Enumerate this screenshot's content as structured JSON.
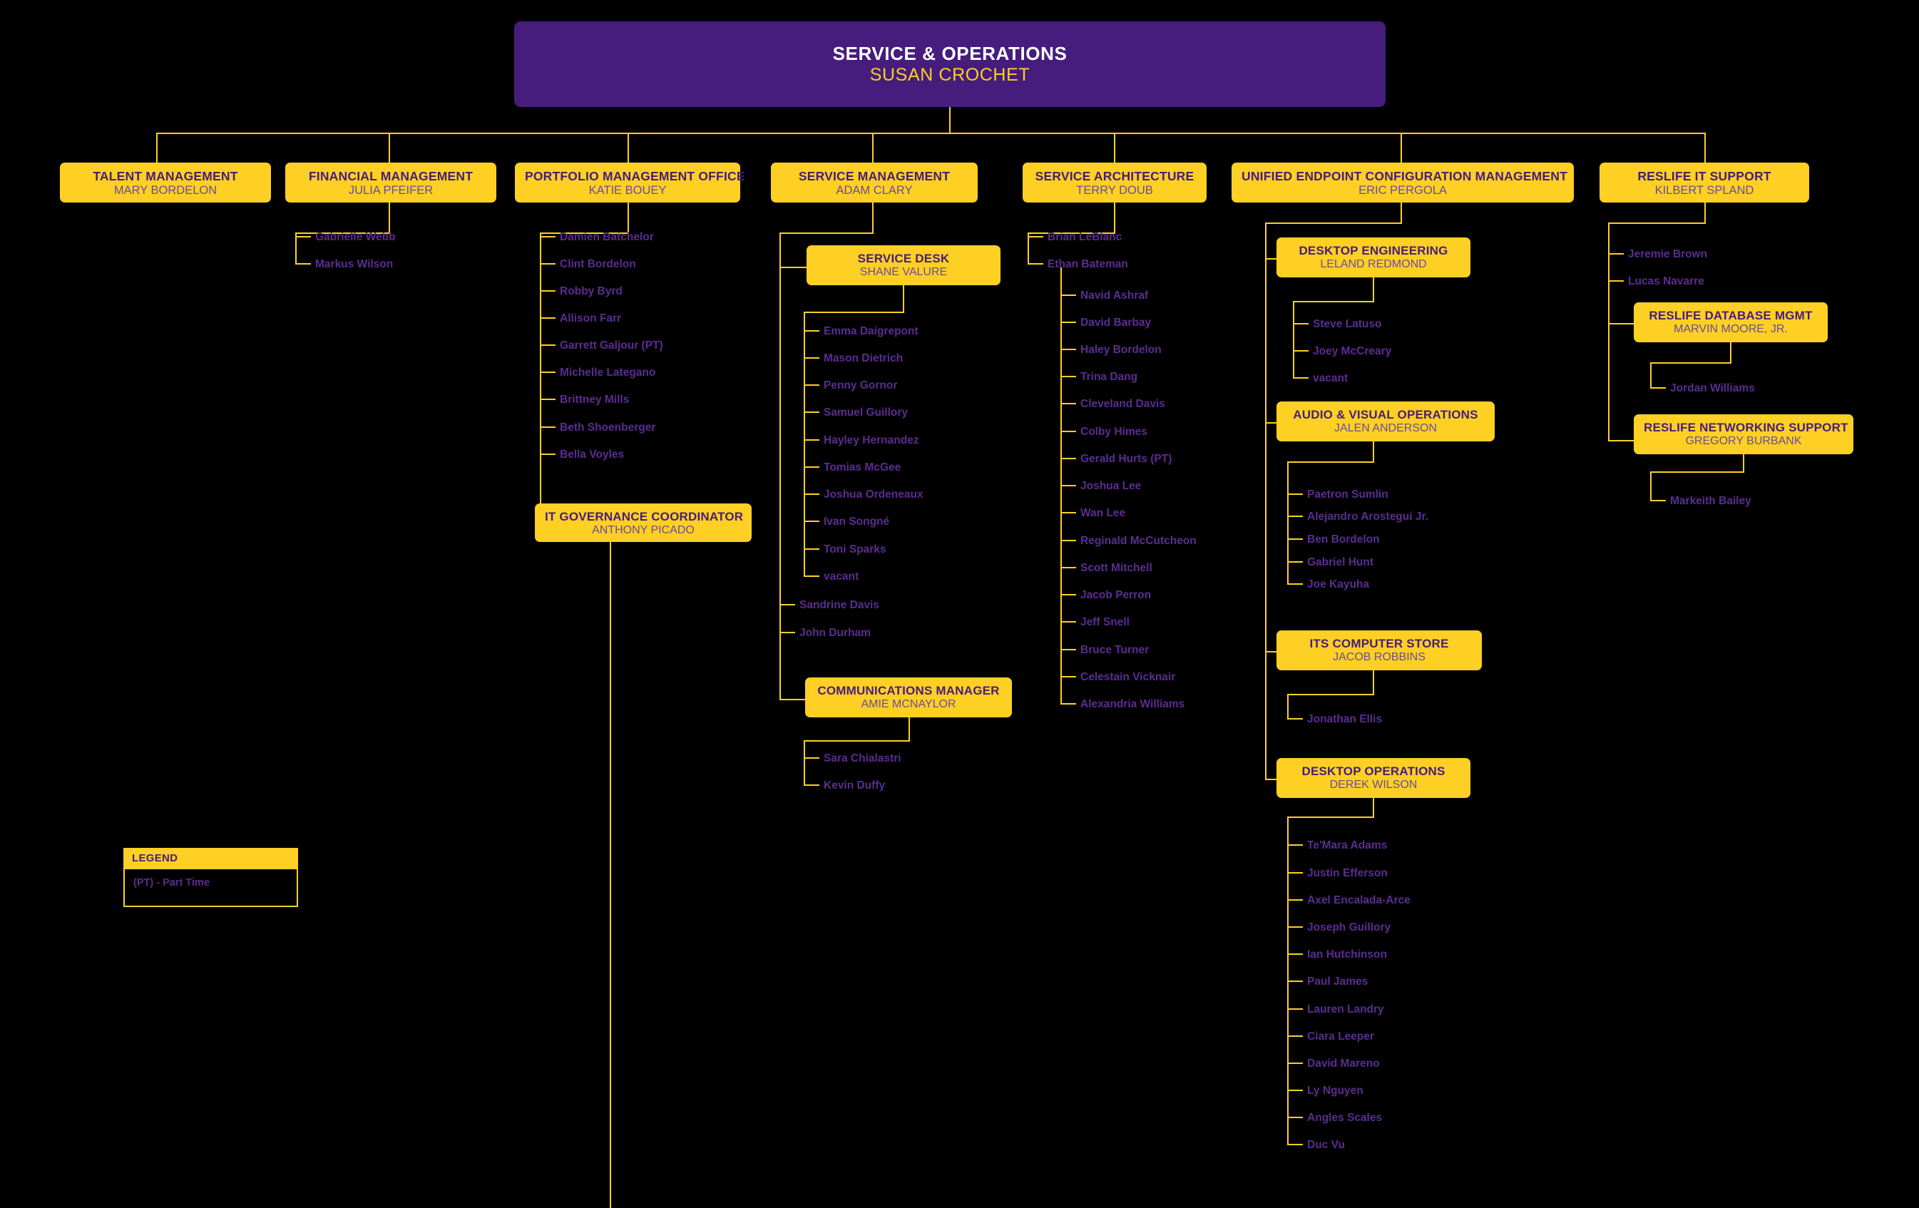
{
  "colors": {
    "background": "#000000",
    "purple": "#461D7C",
    "gold": "#FDD023",
    "staff_text": "#5B2C91",
    "root_person_text": "#FDD023",
    "node_person_text": "#6B4A9E"
  },
  "root": {
    "title": "SERVICE & OPERATIONS",
    "person": "SUSAN CROCHET"
  },
  "divisions": [
    {
      "id": "talent-management",
      "title": "TALENT MANAGEMENT",
      "person": "MARY BORDELON",
      "staff": []
    },
    {
      "id": "financial-management",
      "title": "FINANCIAL MANAGEMENT",
      "person": "JULIA PFEIFER",
      "staff": [
        "Gabrielle Webb",
        "Markus Wilson"
      ]
    },
    {
      "id": "portfolio-management-office",
      "title": "PORTFOLIO MANAGEMENT OFFICE",
      "person": "KATIE BOUEY",
      "staff": [
        "Damien Batchelor",
        "Clint Bordelon",
        "Robby Byrd",
        "Allison Farr",
        "Garrett Galjour (PT)",
        "Michelle Lategano",
        "Brittney Mills",
        "Beth Shoenberger",
        "Bella Voyles"
      ],
      "sub_units": [
        {
          "id": "it-governance-coordinator",
          "title": "IT GOVERNANCE COORDINATOR",
          "person": "ANTHONY PICADO",
          "staff": []
        }
      ]
    },
    {
      "id": "service-management",
      "title": "SERVICE MANAGEMENT",
      "person": "ADAM CLARY",
      "staff": [
        "Sandrine Davis",
        "John Durham"
      ],
      "sub_units": [
        {
          "id": "service-desk",
          "title": "SERVICE DESK",
          "person": "SHANE VALURE",
          "staff": [
            "Emma Daigrepont",
            "Mason Dietrich",
            "Penny Gornor",
            "Samuel Guillory",
            "Hayley Hernandez",
            "Tomias McGee",
            "Joshua Ordeneaux",
            "Ivan Songné",
            "Toni Sparks",
            "vacant"
          ]
        },
        {
          "id": "communications-manager",
          "title": "COMMUNICATIONS MANAGER",
          "person": "AMIE MCNAYLOR",
          "staff": [
            "Sara Chialastri",
            "Kevin Duffy"
          ]
        }
      ]
    },
    {
      "id": "service-architecture",
      "title": "SERVICE ARCHITECTURE",
      "person": "TERRY DOUB",
      "staff": [
        "Brian LeBlanc",
        "Ethan Bateman"
      ],
      "nested_staff_lead": "Ethan Bateman",
      "nested_staff": [
        "Navid Ashraf",
        "David Barbay",
        "Haley Bordelon",
        "Trina Dang",
        "Cleveland Davis",
        "Colby Himes",
        "Gerald Hurts (PT)",
        "Joshua Lee",
        "Wan Lee",
        "Reginald McCutcheon",
        "Scott Mitchell",
        "Jacob Perron",
        "Jeff Snell",
        "Bruce Turner",
        "Celestain Vicknair",
        "Alexandria Williams"
      ]
    },
    {
      "id": "unified-endpoint-configuration-management",
      "title": "UNIFIED ENDPOINT CONFIGURATION MANAGEMENT",
      "person": "ERIC PERGOLA",
      "staff": [],
      "sub_units": [
        {
          "id": "desktop-engineering",
          "title": "DESKTOP ENGINEERING",
          "person": "LELAND REDMOND",
          "staff": [
            "Steve Latuso",
            "Joey McCreary",
            "vacant"
          ]
        },
        {
          "id": "audio-visual-operations",
          "title": "AUDIO & VISUAL OPERATIONS",
          "person": "JALEN ANDERSON",
          "staff": [
            "Paetron Sumlin",
            "Alejandro Arostegui Jr.",
            "Ben Bordelon",
            "Gabriel Hunt",
            "Joe Kayuha"
          ]
        },
        {
          "id": "its-computer-store",
          "title": "ITS COMPUTER STORE",
          "person": "JACOB ROBBINS",
          "staff": [
            "Jonathan Ellis"
          ]
        },
        {
          "id": "desktop-operations",
          "title": "DESKTOP OPERATIONS",
          "person": "DEREK WILSON",
          "staff": [
            "Te'Mara Adams",
            "Justin Efferson",
            "Axel Encalada-Arce",
            "Joseph Guillory",
            "Ian Hutchinson",
            "Paul James",
            "Lauren Landry",
            "Ciara Leeper",
            "David Mareno",
            "Ly Nguyen",
            "Angles Scales",
            "Duc Vu"
          ]
        }
      ]
    },
    {
      "id": "reslife-it-support",
      "title": "RESLIFE IT SUPPORT",
      "person": "KILBERT SPLAND",
      "staff": [
        "Jeremie Brown",
        "Lucas Navarre"
      ],
      "sub_units": [
        {
          "id": "reslife-database-mgmt",
          "title": "RESLIFE DATABASE MGMT",
          "person": "MARVIN MOORE, JR.",
          "staff": [
            "Jordan Williams"
          ]
        },
        {
          "id": "reslife-networking-support",
          "title": "RESLIFE NETWORKING SUPPORT",
          "person": "GREGORY BURBANK",
          "staff": [
            "Markeith Bailey"
          ]
        }
      ]
    }
  ],
  "legend": {
    "header": "LEGEND",
    "entries": [
      "(PT) - Part Time"
    ]
  }
}
